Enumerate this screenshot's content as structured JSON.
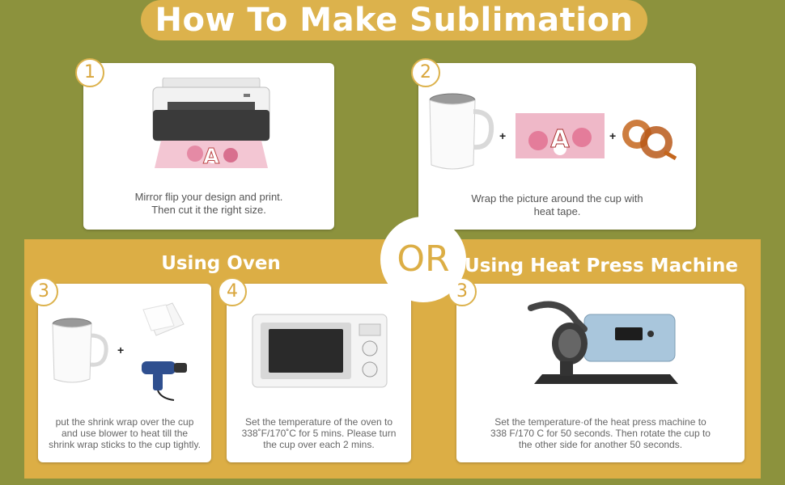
{
  "title": "How To Make Sublimation",
  "or_label": "OR",
  "steps_top": [
    {
      "number": "1",
      "caption_line1": "Mirror flip your design and print.",
      "caption_line2": "Then cut it the right size."
    },
    {
      "number": "2",
      "caption_line1": "Wrap the picture around the cup with",
      "caption_line2": "heat  tape."
    }
  ],
  "oven": {
    "heading": "Using Oven",
    "step3": {
      "number": "3",
      "caption_line1": "put the shrink wrap over the cup",
      "caption_line2": "and use blower to heat till the",
      "caption_line3": "shrink wrap sticks to the cup tightly."
    },
    "step4": {
      "number": "4",
      "caption_line1": "Set the temperature of the oven to",
      "caption_line2": "338˚F/170˚C for 5 mins. Please turn",
      "caption_line3": "the cup over each 2 mins."
    }
  },
  "press": {
    "heading": "Using Heat Press Machine",
    "step3": {
      "number": "3",
      "caption_line1": "Set the temperature·of the heat press machine to",
      "caption_line2": "338  F/170  C for 50 seconds. Then rotate the cup to",
      "caption_line3": "the other side for another 50 seconds."
    }
  },
  "print_letter": "A",
  "colors": {
    "background": "#8c923d",
    "accent": "#dcae45",
    "number_ring": "#dcb24c"
  }
}
